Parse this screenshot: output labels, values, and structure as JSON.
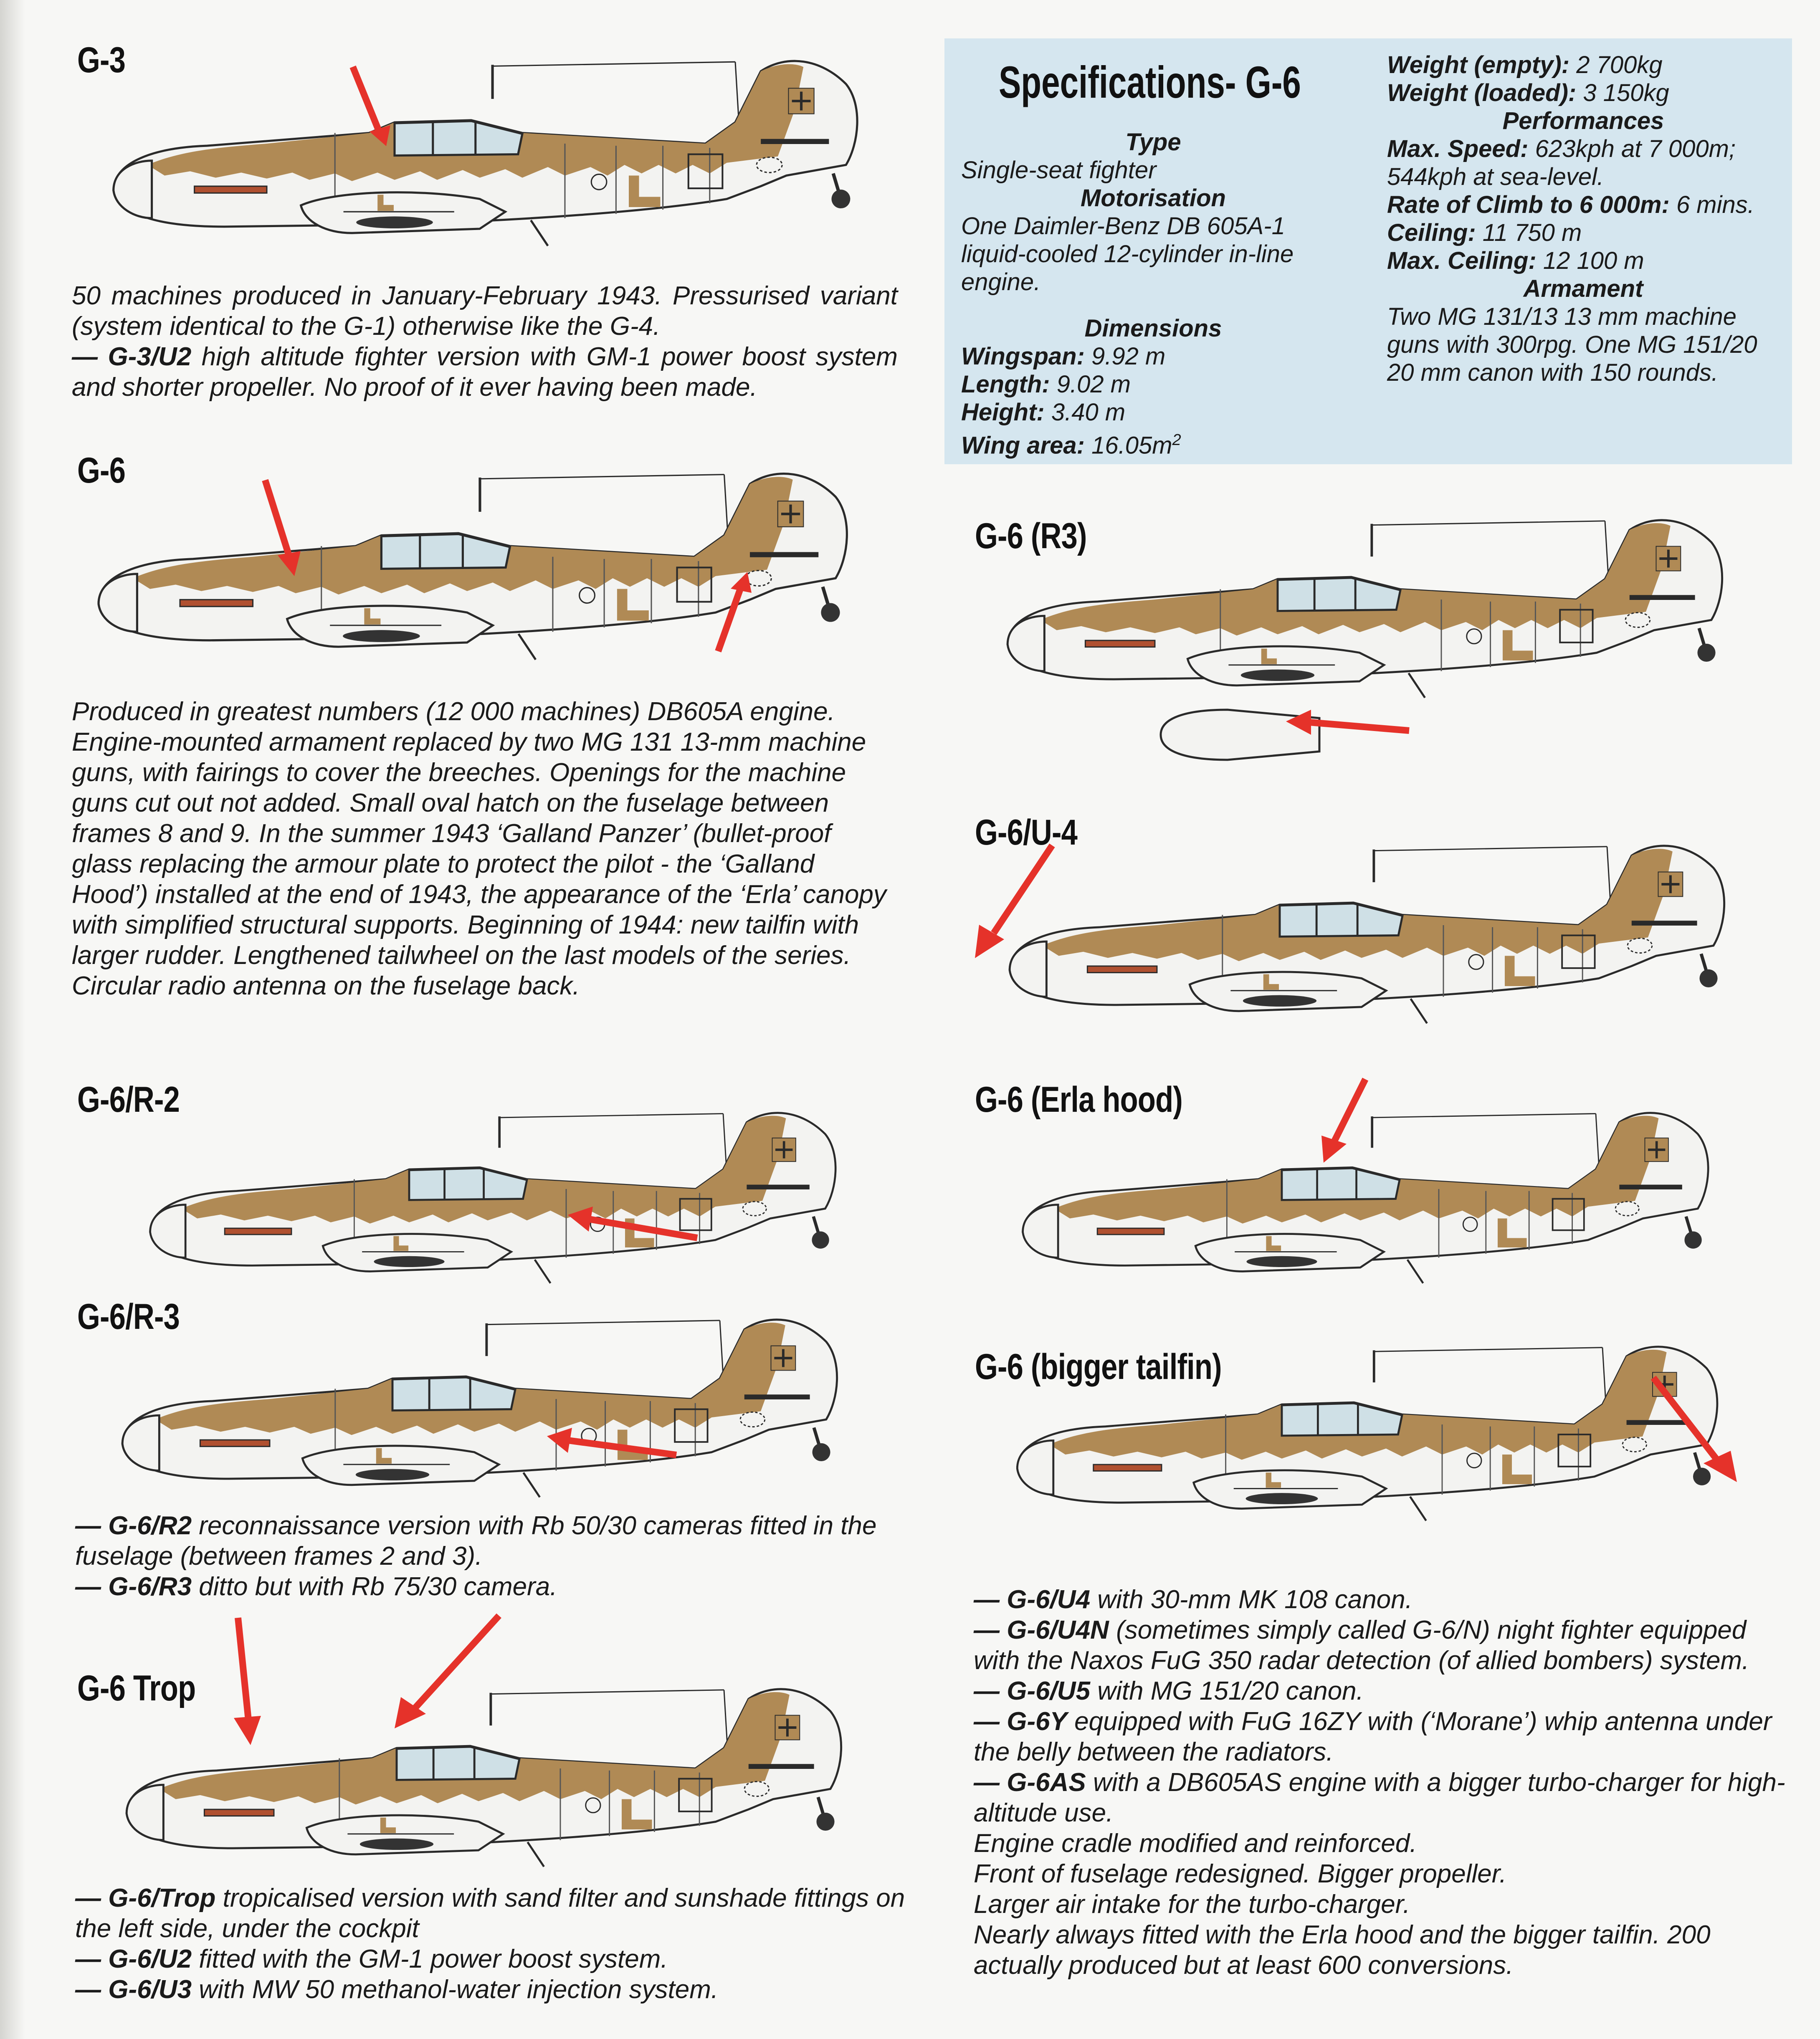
{
  "titles": {
    "g3": "G-3",
    "g6": "G-6",
    "g6_r2": "G-6/R-2",
    "g6_r3": "G-6/R-3",
    "g6_trop": "G-6 Trop",
    "g6_rr3": "G-6 (R3)",
    "g6_u4": "G-6/U-4",
    "g6_erla": "G-6 (Erla hood)",
    "g6_tailfin": "G-6 (bigger tailfin)"
  },
  "specs": {
    "heading": "Specifications- G-6",
    "type_label": "Type",
    "type_value": "Single-seat fighter",
    "motor_label": "Motorisation",
    "motor_value": "One Daimler-Benz DB 605A-1 liquid-cooled 12-cylinder in-line engine.",
    "dim_label": "Dimensions",
    "wingspan_label": "Wingspan:",
    "wingspan_value": "9.92 m",
    "length_label": "Length:",
    "length_value": "9.02 m",
    "height_label": "Height:",
    "height_value": "3.40 m",
    "wingarea_label": "Wing area:",
    "wingarea_value": "16.05m",
    "wingarea_sup": "2",
    "weight_empty_label": "Weight (empty):",
    "weight_empty_value": "2 700kg",
    "weight_loaded_label": "Weight (loaded):",
    "weight_loaded_value": "3 150kg",
    "perf_label": "Performances",
    "maxspeed_label": "Max. Speed:",
    "maxspeed_value": "623kph at 7 000m; 544kph at sea-level.",
    "climb_label": "Rate of Climb to 6 000m:",
    "climb_value": "6 mins.",
    "ceiling_label": "Ceiling:",
    "ceiling_value": "11 750 m",
    "maxceiling_label": "Max. Ceiling:",
    "maxceiling_value": "12 100 m",
    "arm_label": "Armament",
    "arm_value": "Two MG 131/13 13 mm machine guns with 300rpg. One MG 151/20 20 mm canon with 150 rounds."
  },
  "texts": {
    "g3_desc": "50 machines produced in January-February 1943. Pressurised variant (system identical to the G-1) otherwise like the G-4.",
    "g3u2_label": "— G-3/U2",
    "g3u2_desc": " high altitude fighter version with GM-1 power boost system and shorter propeller. No proof of it ever having been made.",
    "g6_desc": "Produced in greatest numbers (12 000 machines) DB605A engine. Engine-mounted armament replaced by two MG 131 13-mm machine guns, with fairings to cover the breeches. Openings for the machine guns cut out not added. Small oval hatch on the fuselage between frames 8 and 9. In the summer 1943 ‘Galland Panzer’ (bullet-proof glass replacing the armour plate to protect the pilot - the ‘Galland Hood’) installed at the end of 1943, the appearance of the ‘Erla’ canopy with simplified structural supports. Beginning of 1944: new tailfin with larger rudder. Lengthened tailwheel on the last models of the series. Circular radio antenna on the fuselage back.",
    "r2_label": "— G-6/R2",
    "r2_desc": " reconnaissance version with Rb 50/30 cameras fitted in the fuselage (between frames 2 and 3).",
    "r3_label": "— G-6/R3",
    "r3_desc": " ditto but with Rb 75/30 camera.",
    "trop_label": "— G-6/Trop",
    "trop_desc": " tropicalised version with sand filter and sunshade fittings on the left side, under the cockpit",
    "u2_label": "— G-6/U2",
    "u2_desc": " fitted with the GM-1 power boost system.",
    "u3_label": "— G-6/U3",
    "u3_desc": " with MW 50 methanol-water injection system.",
    "u4_label": "— G-6/U4",
    "u4_desc": " with 30-mm MK 108 canon.",
    "u4n_label": "— G-6/U4N",
    "u4n_desc": " (sometimes simply called G-6/N) night fighter equipped with the Naxos FuG 350 radar detection (of allied bombers) system.",
    "u5_label": "— G-6/U5",
    "u5_desc": " with MG 151/20 canon.",
    "g6y_label": "— G-6Y",
    "g6y_desc": " equipped with FuG 16ZY with (‘Morane’) whip antenna under the belly between the radiators.",
    "g6as_label": "— G-6AS",
    "g6as_desc": " with a DB605AS engine with a bigger turbo-charger for high-altitude use.",
    "as_1": "Engine cradle modified and reinforced.",
    "as_2": "Front of fuselage redesigned. Bigger propeller.",
    "as_3": "Larger air intake for the turbo-charger.",
    "as_4": "Nearly always fitted with the Erla hood and the bigger tailfin. 200 actually produced but at least 600 conversions."
  },
  "colors": {
    "sand": "#b08a55",
    "white": "#f3f3f1",
    "outline": "#2a2a2a",
    "arrow": "#e5322a",
    "spec_bg": "#d5e6ef"
  }
}
